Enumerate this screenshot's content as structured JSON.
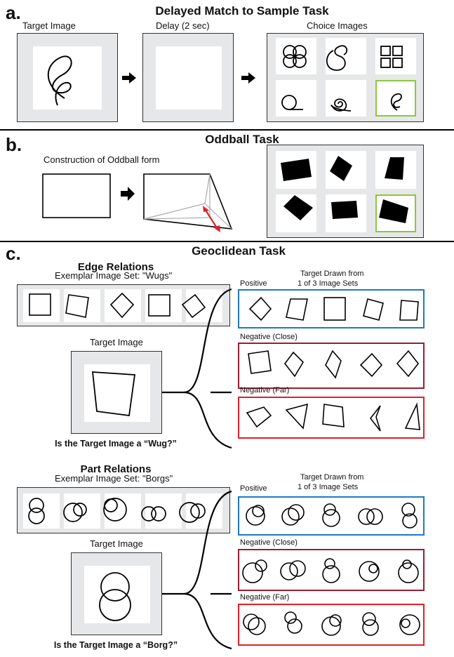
{
  "panel_a": {
    "letter": "a.",
    "title": "Delayed Match to Sample Task",
    "target_label": "Target Image",
    "delay_label": "Delay (2 sec)",
    "choice_label": "Choice Images"
  },
  "panel_b": {
    "letter": "b.",
    "title": "Oddball Task",
    "construction_label": "Construction of Oddball form"
  },
  "panel_c": {
    "letter": "c.",
    "title": "Geoclidean Task",
    "edge": {
      "heading": "Edge Relations",
      "exemplar_label": "Exemplar Image Set: \"Wugs\"",
      "target_label": "Target Image",
      "question": "Is the Target Image a “Wug?”",
      "drawn_from_line1": "Target Drawn from",
      "drawn_from_line2": "1 of 3 Image Sets",
      "positive": "Positive",
      "neg_close": "Negative (Close)",
      "neg_far": "Negative (Far)"
    },
    "part": {
      "heading": "Part Relations",
      "exemplar_label": "Exemplar Image Set: \"Borgs\"",
      "target_label": "Target Image",
      "question": "Is the Target Image a “Borg?”",
      "drawn_from_line1": "Target Drawn from",
      "drawn_from_line2": "1 of 3 Image Sets",
      "positive": "Positive",
      "neg_close": "Negative (Close)",
      "neg_far": "Negative (Far)"
    }
  },
  "colors": {
    "positive_border": "#1f78c8",
    "neg_close_border": "#9e1b32",
    "neg_far_border": "#e0202a",
    "correct_border": "#8dc63f",
    "construction_arrow": "#e0202a",
    "panel_gray": "#e6e7e8"
  }
}
